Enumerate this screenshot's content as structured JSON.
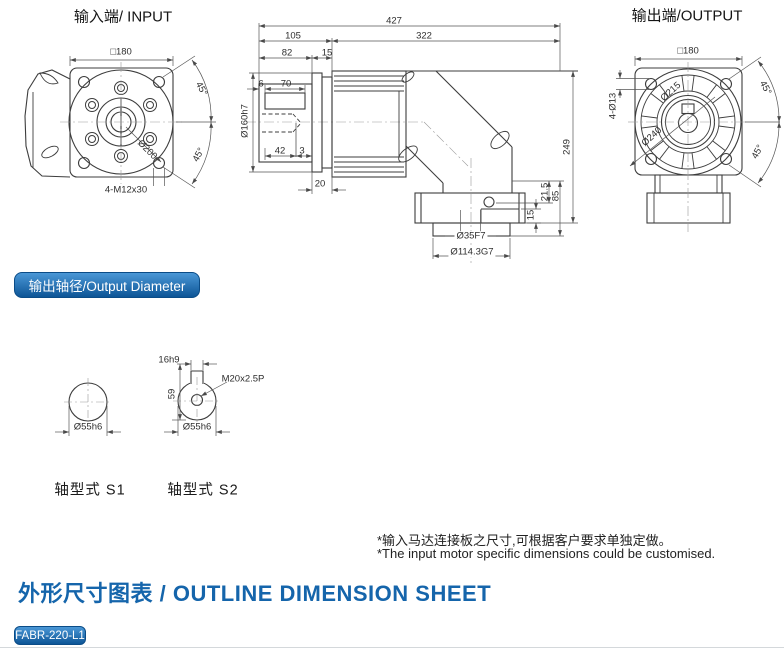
{
  "header": {
    "input": "输入端/ INPUT",
    "output": "输出端/OUTPUT"
  },
  "input_view": {
    "square_size": "□180",
    "angle_top": "45°",
    "angle_bottom": "45°",
    "bolt_circle": "Ø200",
    "mount_holes": "4-M12x30"
  },
  "side_view": {
    "total_length": "427",
    "front_length": "105",
    "rear_length": "322",
    "len_82": "82",
    "len_15": "15",
    "key_offset": "6",
    "key_length": "70",
    "len_42": "42",
    "len_3": "3",
    "len_20": "20",
    "flange_dia": "Ø160h7",
    "height_249": "249",
    "len_21_5": "21.5",
    "len_85": "85",
    "step_15": "15",
    "bore_dia": "Ø35F7",
    "spigot_dia": "Ø114.3G7"
  },
  "output_view": {
    "square_size": "□180",
    "corner_holes": "4-Ø13",
    "dia_215": "Ø215",
    "dia_240": "Ø240",
    "angle_top": "45°",
    "angle_bottom": "45°"
  },
  "shaft_section": {
    "badge": "输出轴径/Output Diameter",
    "s1": {
      "shaft_dia": "Ø55h6",
      "label": "轴型式 S1"
    },
    "s2": {
      "key_width": "16h9",
      "thread": "M20x2.5P",
      "height_59": "59",
      "shaft_dia": "Ø55h6",
      "label": "轴型式 S2"
    }
  },
  "notes": {
    "zh": "*输入马达连接板之尺寸,可根据客户要求单独定做。",
    "en": "*The input motor specific dimensions could be customised."
  },
  "footer": {
    "title": "外形尺寸图表 / OUTLINE DIMENSION SHEET",
    "model": "FABR-220-L1"
  },
  "colors": {
    "accent": "#1565ab",
    "badge_gradient_top": "#4a97d6",
    "badge_gradient_bottom": "#0d5596",
    "line": "#3d3d3d"
  }
}
